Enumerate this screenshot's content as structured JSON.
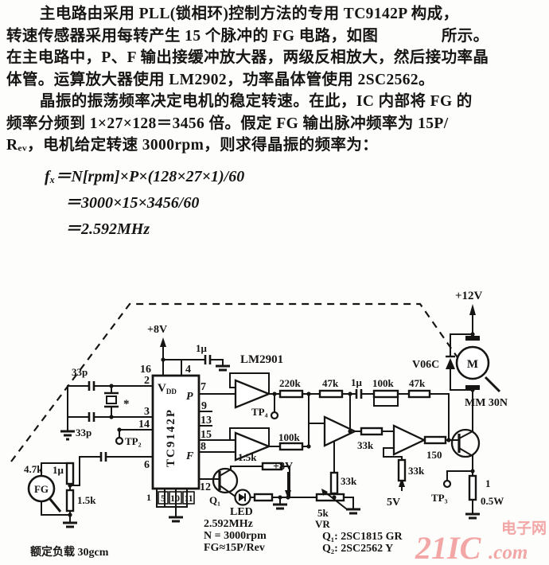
{
  "article": {
    "p1_lines": [
      "主电路由采用 PLL(锁相环)控制方法的专用 TC9142P 构成，",
      "转速传感器采用每转产生 15 个脉冲的 FG 电路，如图　　　　所示。",
      "在主电路中，P、F 输出接缓冲放大器，两级反相放大，然后接功率晶",
      "体管。运算放大器使用 LM2902，功率晶体管使用 2SC2562。"
    ],
    "p2_lines": [
      "晶振的振荡频率决定电机的稳定转速。在此，IC 内部将 FG 的",
      "频率分频到 1×27×128＝3456 倍。假定 FG 输出脉冲频率为 15P/",
      "Rₑᵥ，电机给定转速 3000rpm，则求得晶振的频率为："
    ],
    "formula_lines": [
      "fₓ＝N[rpm]×P×(128×27×1)/60",
      "＝3000×15×3456/60",
      "＝2.592MHz"
    ]
  },
  "circuit": {
    "supplies": {
      "v8_top": "+8V",
      "v8_mid": "+8V",
      "v12": "+12V",
      "v5": "5V"
    },
    "ic": {
      "name": "TC9142P",
      "vdd_main": "V",
      "vdd_sub": "DD",
      "out_p": "P",
      "out_f": "F"
    },
    "pins": {
      "p1": "1",
      "p2": "2",
      "p3": "3",
      "p4": "4",
      "p5": "5",
      "p6": "6",
      "p7": "7",
      "p8": "8",
      "p9": "9",
      "p10": "10",
      "p11": "11",
      "p12": "12",
      "p13": "13",
      "p14": "14",
      "p15": "15",
      "p16": "16"
    },
    "parts": {
      "opamp_ic": "LM2901",
      "r220k": "220k",
      "r47k_a": "47k",
      "r47k_b": "47k",
      "r100k_a": "100k",
      "r100k_b": "100k",
      "r33k_h": "33k",
      "r33k_vr": "33k",
      "r33k_5v": "33k",
      "r150": "150",
      "r4k7": "4.7k",
      "r1k5_fg": "1.5k",
      "r1k5_q1": "1.5k",
      "c1u_top": "1μ",
      "c1u_left": "1μ",
      "c1u_mid": "1μ",
      "c33p_top": "33p",
      "c33p_bot": "33p",
      "vr_value": "5k",
      "vr_label": "VR",
      "r1_value": "1",
      "r1_watt": "0.5W",
      "diode": "V06C",
      "motor_letter": "M",
      "motor_type": "MM 30N",
      "q1": "Q₁",
      "led": "LED",
      "fg": "FG",
      "crystal_mark": "*"
    },
    "testpoints": {
      "tp2": "TP₂",
      "tp3": "TP₃",
      "tp4": "TP₄"
    },
    "notes": {
      "osc": "2.592MHz",
      "speed": "N = 3000rpm",
      "fg_rate": "FG≈15P/Rev",
      "rated_load": "额定负载  30gcm",
      "q1_type": "Q₁:  2SC1815 GR",
      "q2_type": "Q₂:  2SC2562 Y"
    }
  },
  "watermark": {
    "big": "21IC",
    "dotcom": ".com",
    "site": "电子网",
    "color": "#f2a6a6"
  }
}
